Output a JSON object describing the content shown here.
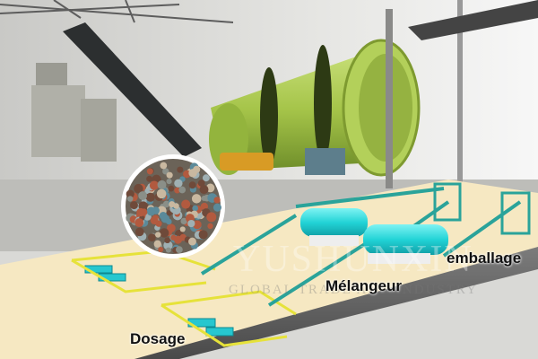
{
  "labels": {
    "dosage": "Dosage",
    "melangeur": "Mélangeur",
    "emballage": "emballage"
  },
  "watermark": {
    "brand": "YUSHUNXIN",
    "tagline": "GLOBAL TRADE AND INDUSTRY"
  },
  "colors": {
    "drum_photo": "#a7c64a",
    "drum_render": "#22d3d6",
    "floor": "#f6e8c2",
    "frame": "#2aa39a",
    "rail": "#e6e23a"
  }
}
